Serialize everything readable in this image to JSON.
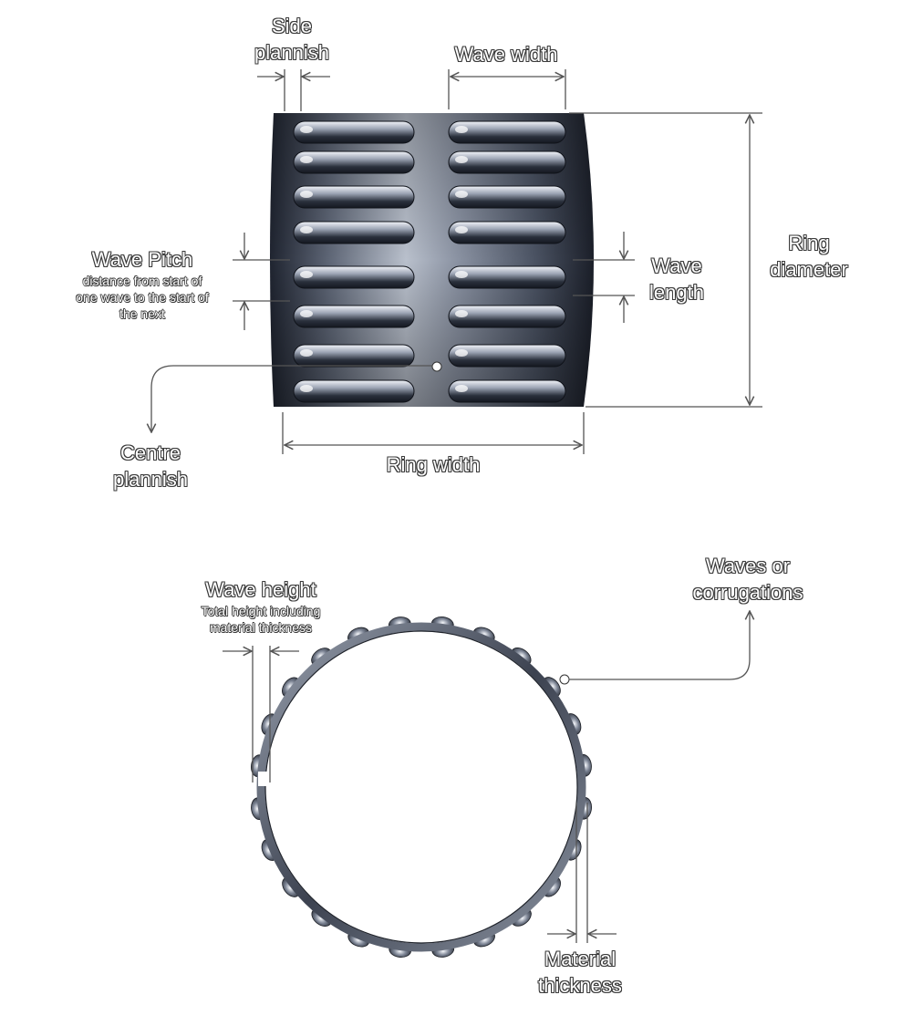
{
  "labels": {
    "side_plannish": [
      "Side",
      "plannish"
    ],
    "wave_width": "Wave width",
    "ring_diameter": [
      "Ring",
      "diameter"
    ],
    "wave_pitch_title": "Wave Pitch",
    "wave_pitch_desc": [
      "distance from start of",
      "one wave to the start of",
      "the next"
    ],
    "wave_length": [
      "Wave",
      "length"
    ],
    "centre_plannish": [
      "Centre",
      "plannish"
    ],
    "ring_width": "Ring width",
    "waves_or_corrugations": [
      "Waves or",
      "corrugations"
    ],
    "wave_height_title": "Wave height",
    "wave_height_desc": [
      "Total height including",
      "material thickness"
    ],
    "material_thickness": [
      "Material",
      "thickness"
    ]
  },
  "colors": {
    "metal_dark": "#2e3442",
    "metal_mid": "#6b7384",
    "metal_light": "#e8ecf2",
    "line": "#555555",
    "label_outline": "#3a3a3a",
    "label_fill": "#ffffff"
  }
}
